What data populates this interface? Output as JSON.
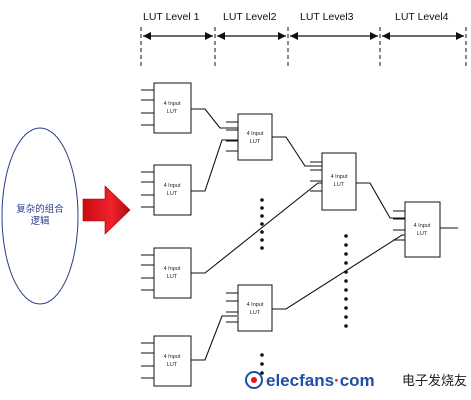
{
  "levels": [
    {
      "label": "LUT Level 1"
    },
    {
      "label": "LUT Level2"
    },
    {
      "label": "LUT Level3"
    },
    {
      "label": "LUT Level4"
    }
  ],
  "oval": {
    "line1": "复杂的组合",
    "line2": "逻辑"
  },
  "lut": {
    "line1": "4 Input",
    "line2": "LUT"
  },
  "watermark": {
    "prefix": "elecfans",
    "dot": "·",
    "suffix": "com",
    "cn": "电子发烧友"
  },
  "colors": {
    "arrow": "#e8141e",
    "oval_text": "#2a3d8f",
    "line": "#111111",
    "watermark_blue": "#1f4fa8",
    "watermark_accent": "#e8141e"
  }
}
